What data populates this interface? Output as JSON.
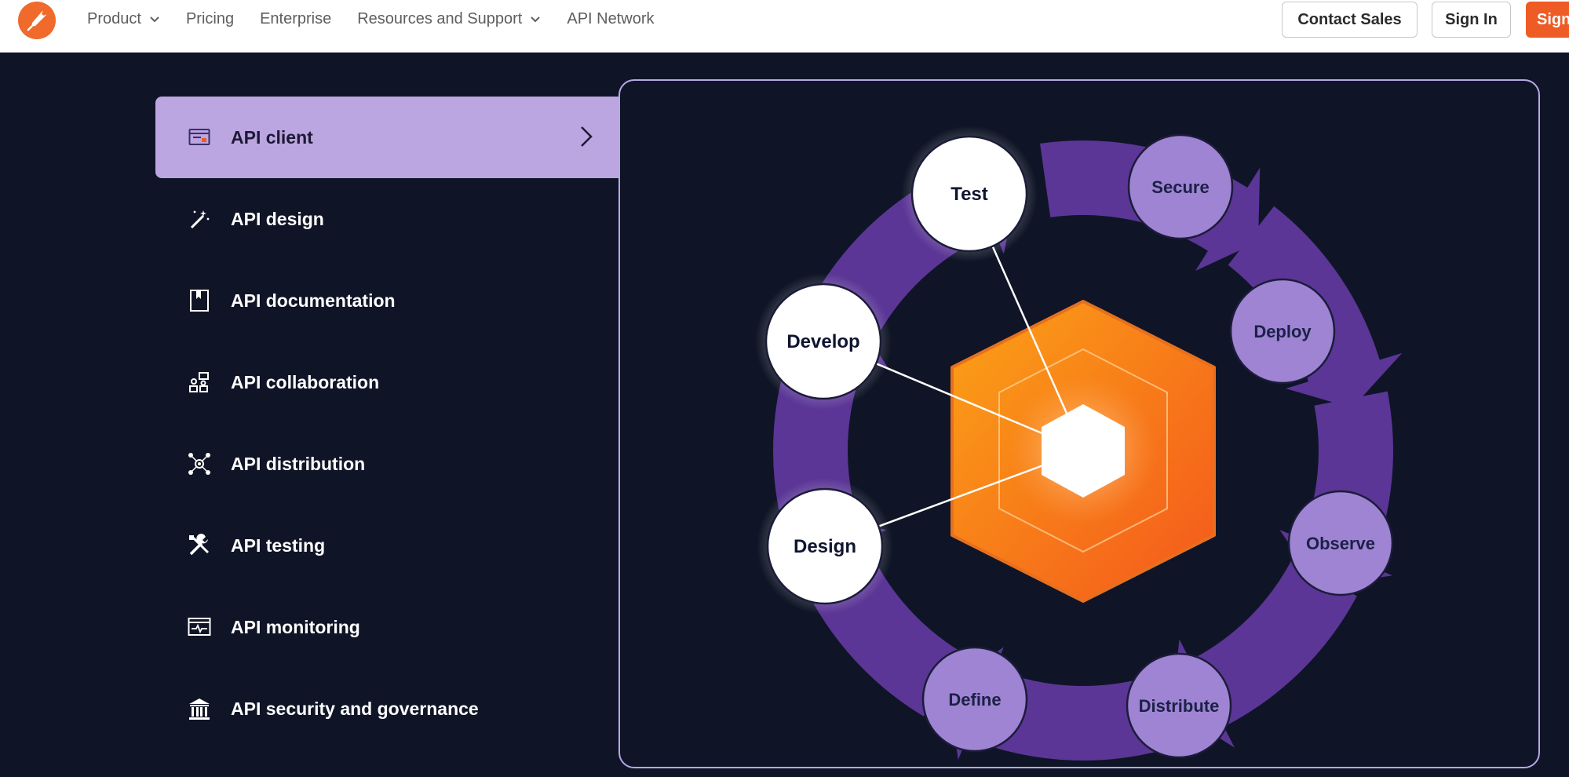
{
  "nav": {
    "logo_icon": "postman-astronaut-icon",
    "links": [
      {
        "label": "Product",
        "has_dropdown": true
      },
      {
        "label": "Pricing",
        "has_dropdown": false
      },
      {
        "label": "Enterprise",
        "has_dropdown": false
      },
      {
        "label": "Resources and Support",
        "has_dropdown": true
      },
      {
        "label": "API Network",
        "has_dropdown": false
      }
    ],
    "contact_sales": "Contact Sales",
    "sign_in": "Sign In",
    "sign_up": "Sign Up"
  },
  "sidebar": {
    "items": [
      {
        "label": "API client",
        "icon": "api-client-icon",
        "active": true
      },
      {
        "label": "API design",
        "icon": "magic-wand-icon",
        "active": false
      },
      {
        "label": "API documentation",
        "icon": "book-icon",
        "active": false
      },
      {
        "label": "API collaboration",
        "icon": "collaboration-icon",
        "active": false
      },
      {
        "label": "API distribution",
        "icon": "distribution-icon",
        "active": false
      },
      {
        "label": "API testing",
        "icon": "tools-icon",
        "active": false
      },
      {
        "label": "API monitoring",
        "icon": "monitor-icon",
        "active": false
      },
      {
        "label": "API security and governance",
        "icon": "bank-icon",
        "active": false
      }
    ]
  },
  "diagram": {
    "highlighted_nodes": [
      "Test",
      "Develop",
      "Design"
    ],
    "nodes": [
      "Test",
      "Secure",
      "Deploy",
      "Observe",
      "Distribute",
      "Define",
      "Design",
      "Develop"
    ]
  },
  "colors": {
    "brand_orange": "#ef5b25",
    "active_item_bg": "#bba6e1",
    "ring_purple": "#5b3696",
    "node_purple": "#9e84d3",
    "page_bg": "#0f1526"
  }
}
